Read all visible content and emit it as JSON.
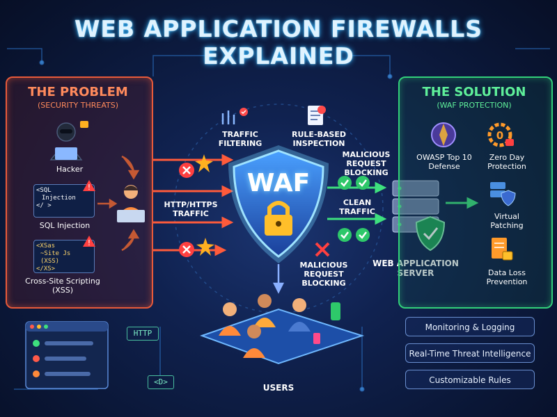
{
  "title": "WEB APPLICATION FIREWALLS EXPLAINED",
  "problem": {
    "heading": "THE PROBLEM",
    "subheading": "(SECURITY THREATS)",
    "items": [
      {
        "label": "Hacker",
        "icon": "hacker-icon"
      },
      {
        "label": "SQL Injection",
        "icon": "sql-injection-icon"
      },
      {
        "label": "Cross-Site Scripting (XSS)",
        "icon": "xss-icon"
      }
    ],
    "sql_card_lines": [
      "<SQL",
      "Injection",
      "</ >"
    ],
    "xss_card_lines": [
      "<XSas",
      "~Site Js (XSS)",
      "</XS>"
    ]
  },
  "solution": {
    "heading": "THE SOLUTION",
    "subheading": "(WAF PROTECTION)",
    "items": [
      {
        "label": "OWASP Top 10 Defense",
        "icon": "owasp-icon"
      },
      {
        "label": "Zero Day Protection",
        "icon": "zero-day-icon"
      },
      {
        "label": "Virtual Patching",
        "icon": "virtual-patching-icon"
      },
      {
        "label": "Data Loss Prevention",
        "icon": "data-loss-icon"
      }
    ]
  },
  "center": {
    "waf_label": "WAF",
    "traffic_filtering": "TRAFFIC FILTERING",
    "rule_based": "RULE-BASED INSPECTION",
    "malicious_top": "MALICIOUS REQUEST BLOCKING",
    "clean_traffic": "CLEAN TRAFFIC",
    "http_traffic": "HTTP/HTTPS TRAFFIC",
    "malicious_bottom": "MALICIOUS REQUEST BLOCKING",
    "server_label": "WEB APPLICATION SERVER",
    "users_label": "USERS"
  },
  "features": [
    "Monitoring & Logging",
    "Real-Time Threat Intelligence",
    "Customizable Rules"
  ],
  "decor_tags": {
    "http": "HTTP",
    "code": "<D>"
  },
  "colors": {
    "threat": "#e85a3a",
    "safe": "#32d07a",
    "shield": "#2f7bf0",
    "glow": "#2fb4ff"
  }
}
